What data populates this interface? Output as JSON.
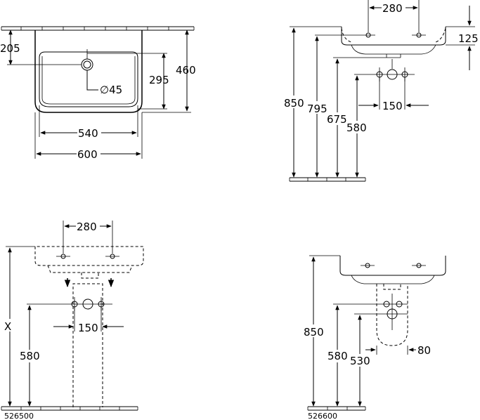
{
  "view_top": {
    "d_205": "205",
    "d_295": "295",
    "d_460": "460",
    "d_hole": "∅45",
    "d_540": "540",
    "d_600": "600"
  },
  "view_side": {
    "d_280": "280",
    "d_125": "125",
    "d_850": "850",
    "d_795": "795",
    "d_675": "675",
    "d_580": "580",
    "d_150": "150"
  },
  "view_pedestal": {
    "d_280": "280",
    "d_x": "X",
    "d_150": "150",
    "d_580": "580",
    "code": "526500"
  },
  "view_semi": {
    "d_850": "850",
    "d_580": "580",
    "d_530": "530",
    "d_80": "80",
    "code": "526600"
  }
}
